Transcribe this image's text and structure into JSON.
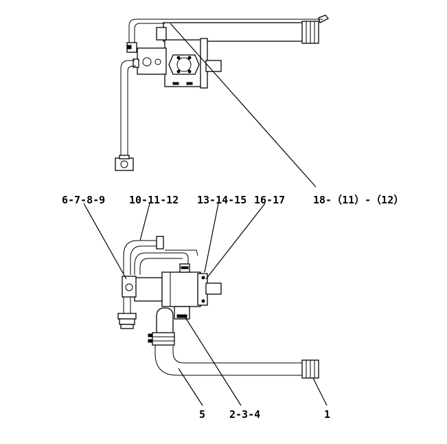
{
  "callouts": {
    "top_assembly": "18-（11）-（12）",
    "c1": "6-7-8-9",
    "c2": "10-11-12",
    "c3": "13-14-15",
    "c4": "16-17",
    "c5": "5",
    "c6": "2-3-4",
    "c7": "1"
  }
}
